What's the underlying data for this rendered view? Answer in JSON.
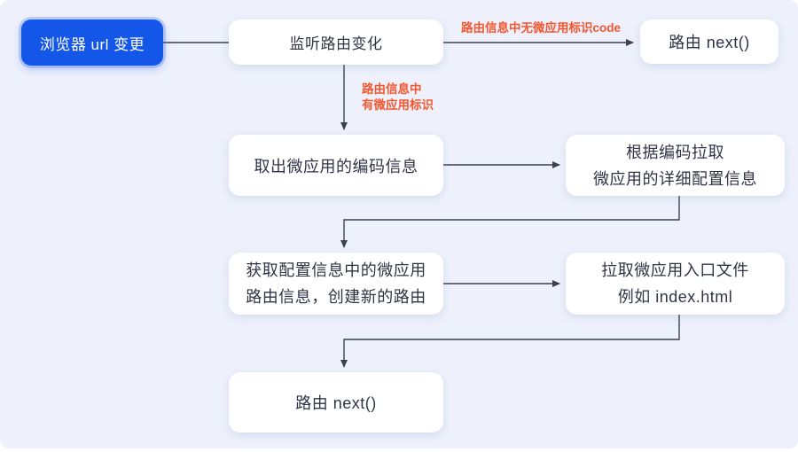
{
  "canvas": {
    "background_color": "#eef1fb",
    "arrow_color": "#3a4150",
    "accent_blue": "#1456e8",
    "label_red": "#f4572f",
    "text_dark": "#2f3545"
  },
  "nodes": {
    "browser_url_change": {
      "label": "浏览器 url 变更"
    },
    "listen_route_change": {
      "label": "监听路由变化"
    },
    "route_next_top": {
      "label": "路由 next()"
    },
    "extract_micro_app_code": {
      "label": "取出微应用的编码信息"
    },
    "fetch_config_by_code": {
      "lines": [
        "根据编码拉取",
        "微应用的详细配置信息"
      ]
    },
    "create_new_route": {
      "lines": [
        "获取配置信息中的微应用",
        "路由信息，创建新的路由"
      ]
    },
    "fetch_entry_file": {
      "lines": [
        "拉取微应用入口文件",
        "例如 index.html"
      ]
    },
    "route_next_bottom": {
      "label": "路由 next()"
    }
  },
  "edge_labels": {
    "no_micro_app_code": "路由信息中无微应用标识code",
    "has_micro_app": {
      "lines": [
        "路由信息中",
        "有微应用标识"
      ]
    }
  }
}
